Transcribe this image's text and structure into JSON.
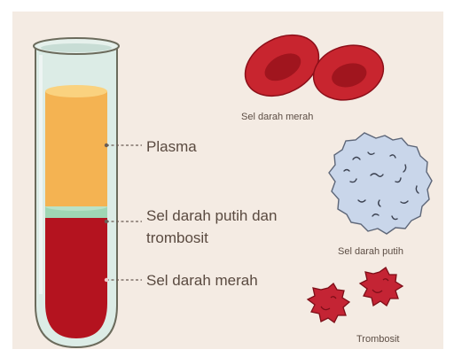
{
  "labels": {
    "plasma": "Plasma",
    "buffy_coat_line1": "Sel darah putih dan",
    "buffy_coat_line2": "trombosit",
    "red_layer": "Sel darah merah",
    "rbc_caption": "Sel darah merah",
    "wbc_caption": "Sel darah putih",
    "platelet_caption": "Trombosit"
  },
  "colors": {
    "background": "#f4ebe3",
    "plasma": "#f4b352",
    "buffy_coat": "#9fd6b4",
    "red_cells": "#b4131f",
    "rbc": "#c8252f",
    "wbc": "#c9d6ea",
    "platelet": "#c42434",
    "glass": "#d3e6df"
  }
}
